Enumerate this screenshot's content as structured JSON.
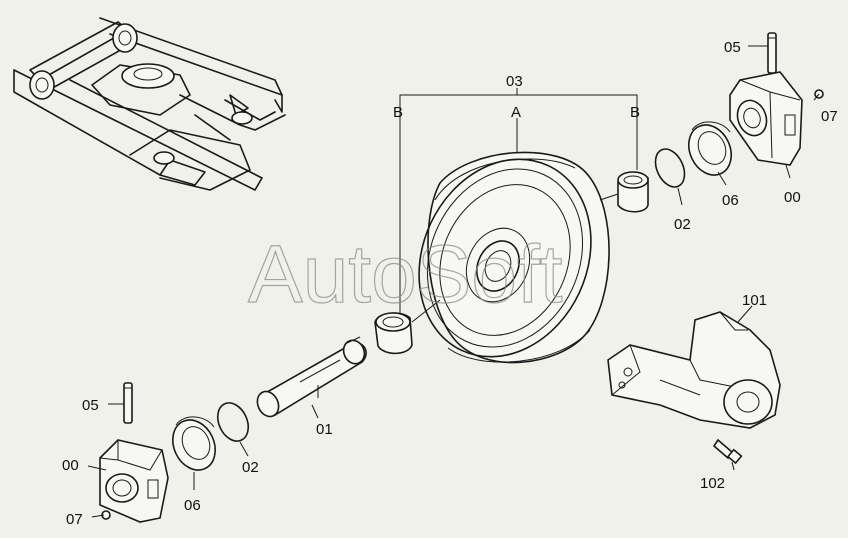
{
  "labels": {
    "p00_top": "00",
    "p00_bottom": "00",
    "p01": "01",
    "p02_top": "02",
    "p02_bottom": "02",
    "p03": "03",
    "p03_a": "A",
    "p03_b_left": "B",
    "p03_b_right": "B",
    "p05_top": "05",
    "p05_bottom": "05",
    "p06_top": "06",
    "p06_bottom": "06",
    "p07_top": "07",
    "p07_bottom": "07",
    "p101": "101",
    "p102": "102"
  },
  "watermark": "AutoSoft"
}
